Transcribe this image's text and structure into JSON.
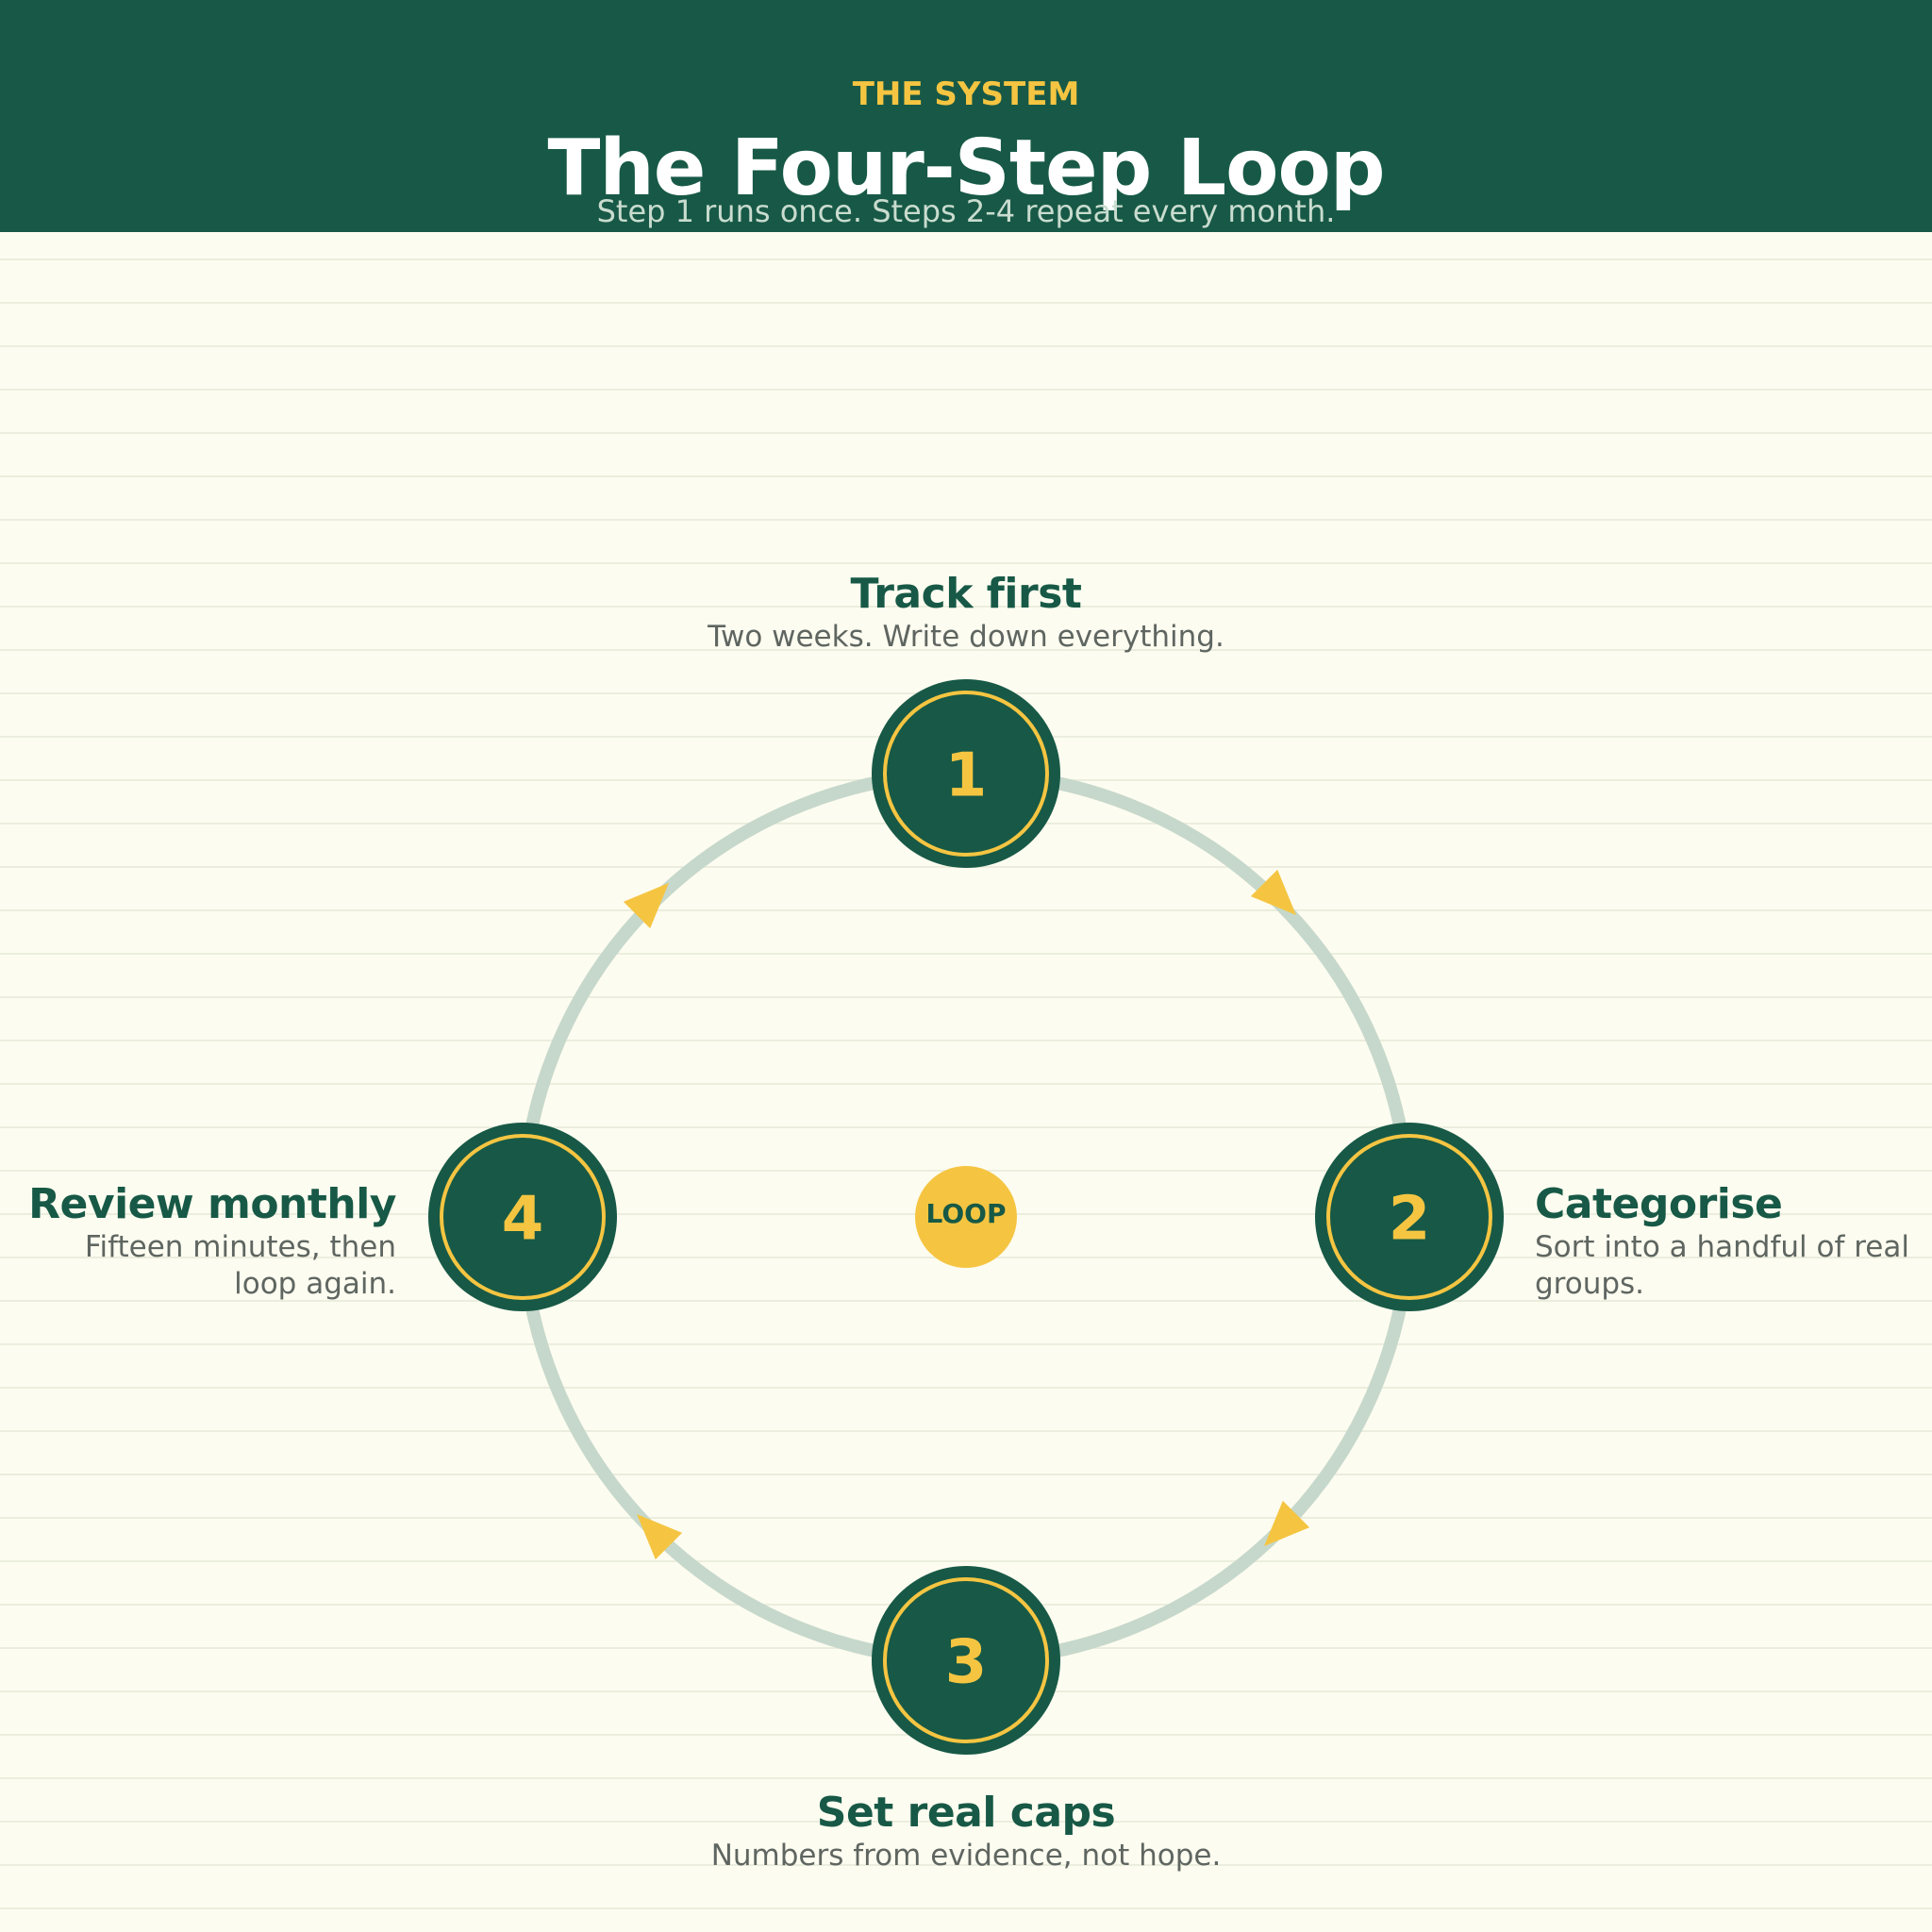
{
  "header": {
    "eyebrow": "THE SYSTEM",
    "title": "The Four-Step Loop",
    "subtitle": "Step 1 runs once. Steps 2-4 repeat every month."
  },
  "center_label": "LOOP",
  "steps": [
    {
      "number": "1",
      "title": "Track first",
      "description": "Two weeks. Write down everything."
    },
    {
      "number": "2",
      "title": "Categorise",
      "description": "Sort into a handful of real groups."
    },
    {
      "number": "3",
      "title": "Set real caps",
      "description": "Numbers from evidence, not hope."
    },
    {
      "number": "4",
      "title": "Review monthly",
      "description": "Fifteen minutes, then loop again."
    }
  ],
  "colors": {
    "primary_green": "#175946",
    "accent_yellow": "#f5c542",
    "ring": "#c6d8cb",
    "background": "#fdfcf0"
  }
}
